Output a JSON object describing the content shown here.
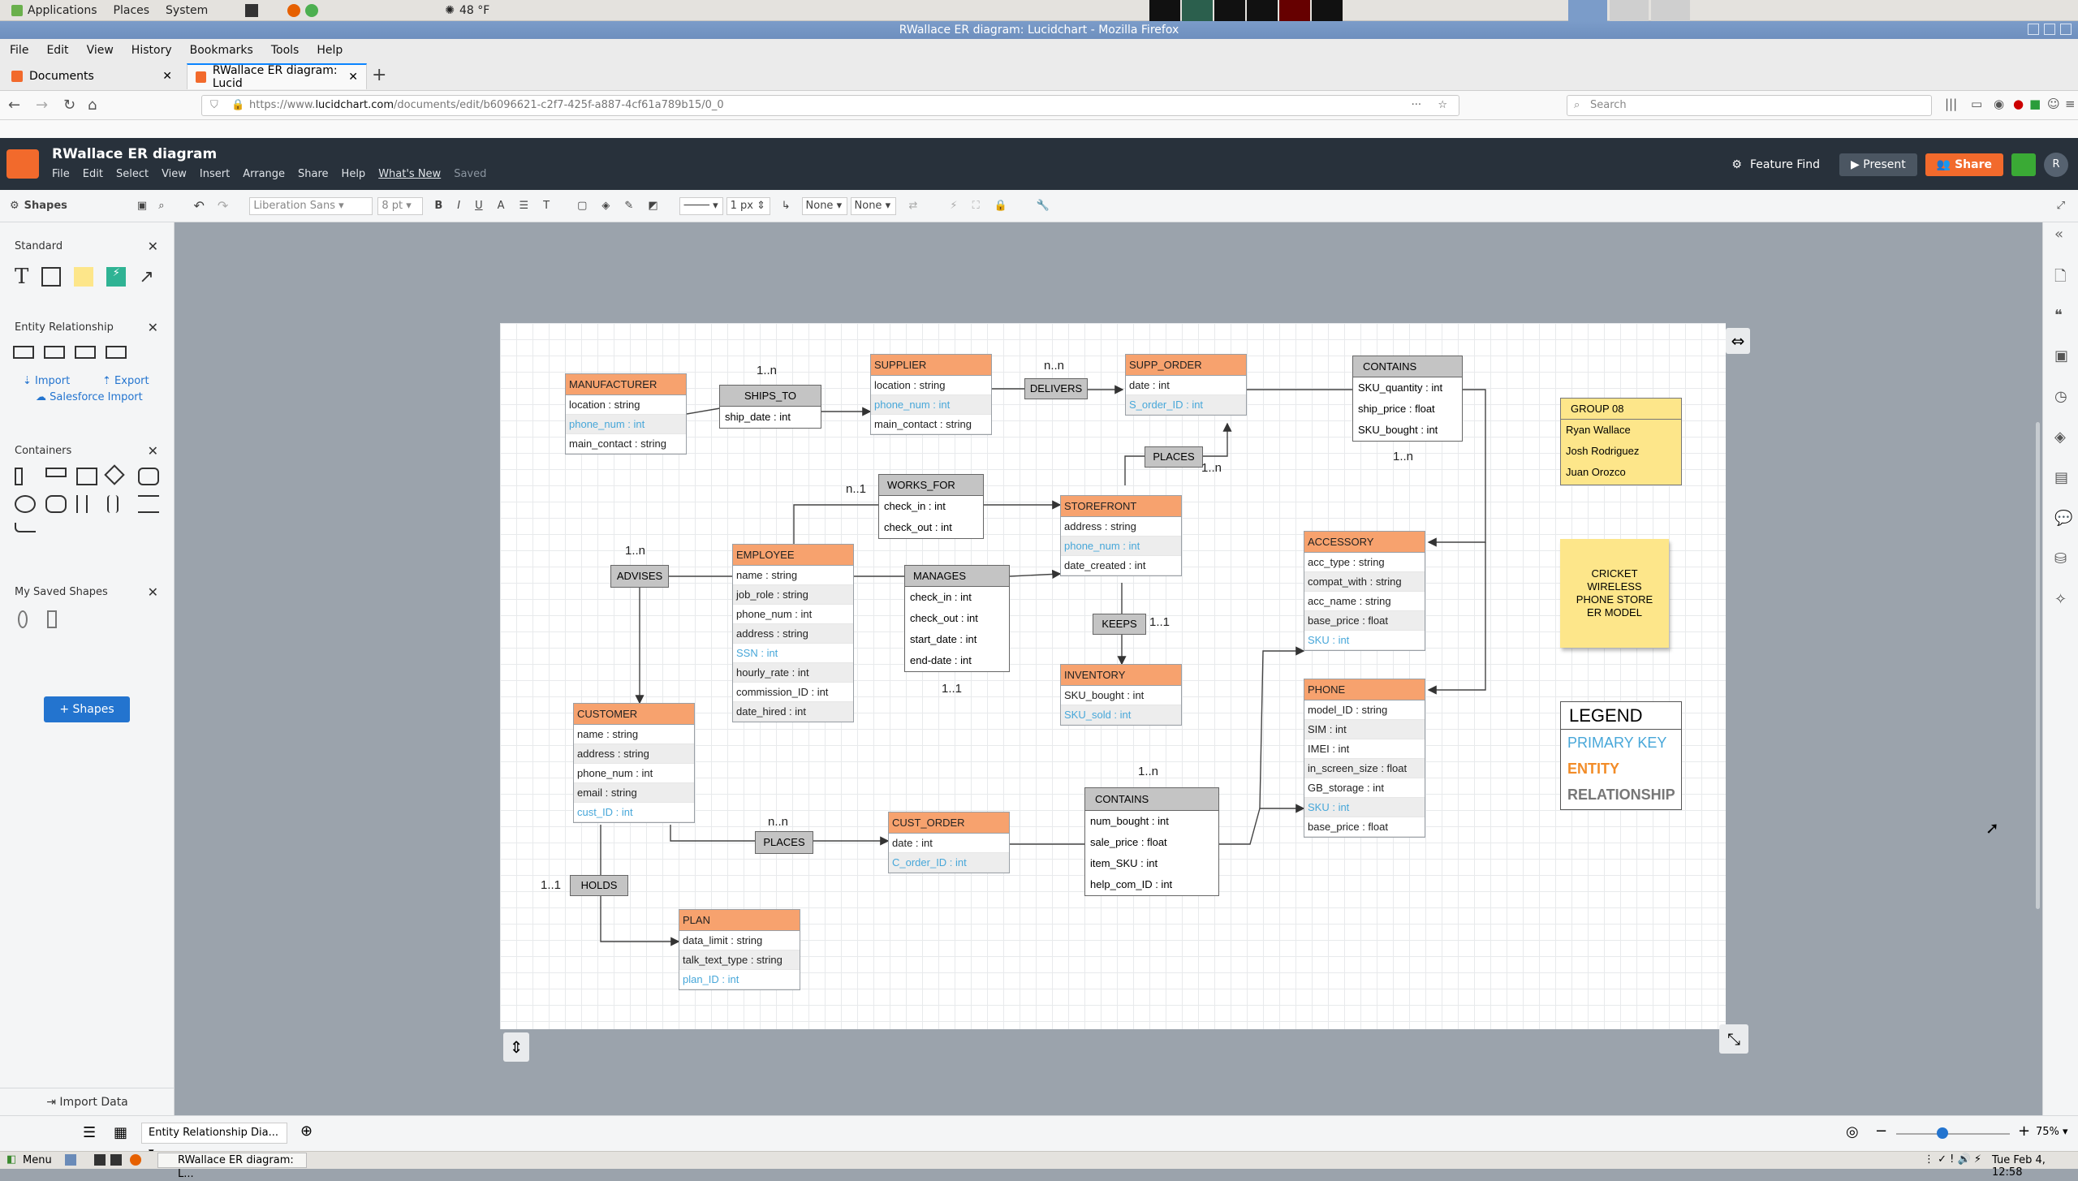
{
  "os_panel": {
    "apps": "Applications",
    "places": "Places",
    "system": "System",
    "weather": "48 °F"
  },
  "window_title": "RWallace ER diagram: Lucidchart - Mozilla Firefox",
  "ff_menu": [
    "File",
    "Edit",
    "View",
    "History",
    "Bookmarks",
    "Tools",
    "Help"
  ],
  "tabs": [
    {
      "label": "Documents"
    },
    {
      "label": "RWallace ER diagram: Lucid"
    }
  ],
  "url": {
    "prefix": "https://www.",
    "domain": "lucidchart.com",
    "path": "/documents/edit/b6096621-c2f7-425f-a887-4cf61a789b15/0_0"
  },
  "search_placeholder": "Search",
  "lc": {
    "doc_name": "RWallace ER diagram",
    "menus": [
      "File",
      "Edit",
      "Select",
      "View",
      "Insert",
      "Arrange",
      "Share",
      "Help",
      "What's New",
      "Saved"
    ],
    "feature_find": "Feature Find",
    "present": "Present",
    "share": "Share",
    "avatar": "R"
  },
  "toolbar": {
    "shapes": "Shapes",
    "font": "Liberation Sans",
    "size": "8 pt",
    "line_w": "1 px",
    "arrow1": "None",
    "arrow2": "None"
  },
  "sidebar": {
    "standard": "Standard",
    "er": "Entity Relationship",
    "import": "Import",
    "export": "Export",
    "sf_import": "Salesforce Import",
    "containers": "Containers",
    "saved": "My Saved Shapes",
    "shapes_btn": "Shapes",
    "import_data": "Import Data"
  },
  "bottom": {
    "page_tab": "Entity Relationship Dia...",
    "zoom": "75%"
  },
  "taskbar": {
    "menu": "Menu",
    "window": "RWallace ER diagram: L...",
    "clock": "Tue Feb 4, 12:58"
  },
  "entities": {
    "manufacturer": {
      "title": "MANUFACTURER",
      "rows": [
        "location : string",
        "phone_num : int",
        "main_contact : string"
      ]
    },
    "supplier": {
      "title": "SUPPLIER",
      "rows": [
        "location : string",
        "phone_num : int",
        "main_contact : string"
      ]
    },
    "supp_order": {
      "title": "SUPP_ORDER",
      "rows": [
        "date : int",
        "S_order_ID : int"
      ]
    },
    "storefront": {
      "title": "STOREFRONT",
      "rows": [
        "address : string",
        "phone_num : int",
        "date_created : int"
      ]
    },
    "employee": {
      "title": "EMPLOYEE",
      "rows": [
        "name : string",
        "job_role : string",
        "phone_num : int",
        "address : string",
        "SSN : int",
        "hourly_rate : int",
        "commission_ID : int",
        "date_hired : int"
      ]
    },
    "inventory": {
      "title": "INVENTORY",
      "rows": [
        "SKU_bought : int",
        "SKU_sold : int"
      ]
    },
    "accessory": {
      "title": "ACCESSORY",
      "rows": [
        "acc_type : string",
        "compat_with : string",
        "acc_name : string",
        "base_price : float",
        "SKU : int"
      ]
    },
    "phone": {
      "title": "PHONE",
      "rows": [
        "model_ID : string",
        "SIM : int",
        "IMEI : int",
        "in_screen_size : float",
        "GB_storage : int",
        "SKU : int",
        "base_price : float"
      ]
    },
    "customer": {
      "title": "CUSTOMER",
      "rows": [
        "name : string",
        "address : string",
        "phone_num : int",
        "email : string",
        "cust_ID : int"
      ]
    },
    "cust_order": {
      "title": "CUST_ORDER",
      "rows": [
        "date : int",
        "C_order_ID : int"
      ]
    },
    "plan": {
      "title": "PLAN",
      "rows": [
        "data_limit : string",
        "talk_text_type : string",
        "plan_ID : int"
      ]
    }
  },
  "relationships": {
    "ships_to": {
      "title": "SHIPS_TO",
      "rows": [
        "ship_date : int"
      ]
    },
    "delivers": {
      "title": "DELIVERS"
    },
    "contains_top": {
      "title": "CONTAINS",
      "rows": [
        "SKU_quantity : int",
        "ship_price : float",
        "SKU_bought : int"
      ]
    },
    "places_top": {
      "title": "PLACES"
    },
    "works_for": {
      "title": "WORKS_FOR",
      "rows": [
        "check_in : int",
        "check_out : int"
      ]
    },
    "manages": {
      "title": "MANAGES",
      "rows": [
        "check_in : int",
        "check_out : int",
        "start_date : int",
        "end-date : int"
      ]
    },
    "advises": {
      "title": "ADVISES"
    },
    "keeps": {
      "title": "KEEPS"
    },
    "contains_bottom": {
      "title": "CONTAINS",
      "rows": [
        "num_bought : int",
        "sale_price : float",
        "item_SKU : int",
        "help_com_ID : int"
      ]
    },
    "places_bottom": {
      "title": "PLACES"
    },
    "holds": {
      "title": "HOLDS"
    }
  },
  "cardinalities": {
    "ships_to": "1..n",
    "delivers": "n..n",
    "contains_top": "1..n",
    "places_top": "1..n",
    "works_for": "n..1",
    "advises": "1..n",
    "keeps": "1..1",
    "manages": "1..1",
    "contains_bottom": "1..n",
    "places_bottom": "n..n",
    "holds": "1..1"
  },
  "group": {
    "title": "GROUP 08",
    "members": [
      "Ryan Wallace",
      "Josh Rodriguez",
      "Juan Orozco"
    ]
  },
  "note": {
    "text": "CRICKET WIRELESS PHONE STORE ER MODEL"
  },
  "legend": {
    "title": "LEGEND",
    "primary_key": "PRIMARY KEY",
    "entity": "ENTITY",
    "relationship": "RELATIONSHIP"
  },
  "colors": {
    "entity_header": "#f7a26e",
    "primary_key": "#47a7d9",
    "relationship": "#c4c4c4",
    "lucid_orange": "#f26a2c",
    "share_blue": "#2374cf"
  }
}
